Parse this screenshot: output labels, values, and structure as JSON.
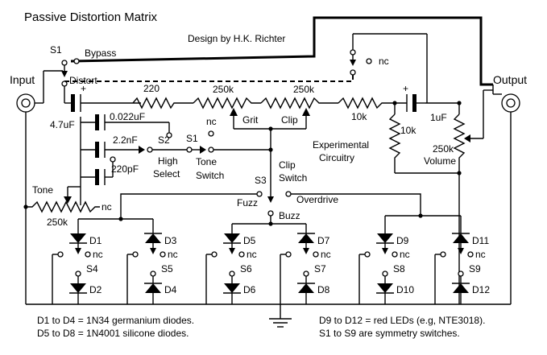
{
  "title": "Passive Distortion Matrix",
  "design": "Design by H.K. Richter",
  "labels": {
    "input": "Input",
    "output": "Output",
    "s1_top": "S1",
    "bypass": "Bypass",
    "distort": "Distort",
    "nc_top": "nc",
    "c_in": "4.7uF",
    "plus_in": "+",
    "r220": "220",
    "pot1": "250k",
    "pot2": "250k",
    "grit": "Grit",
    "clip": "Clip",
    "r10k_a": "10k",
    "r10k_b": "10k",
    "plus_out": "+",
    "c_out": "1uF",
    "vol_val": "250k",
    "volume": "Volume",
    "c1": "0.022uF",
    "c2": "2.2nF",
    "c3": "220pF",
    "s2": "S2",
    "high": "High",
    "select": "Select",
    "s1_tone": "S1",
    "nc_tone": "nc",
    "tone_sw1": "Tone",
    "tone_sw2": "Switch",
    "exp1": "Experimental",
    "exp2": "Circuitry",
    "tone": "Tone",
    "tone_val": "250k",
    "nc_pot": "nc",
    "s3": "S3",
    "clip_sw1": "Clip",
    "clip_sw2": "Switch",
    "fuzz": "Fuzz",
    "overdrive": "Overdrive",
    "buzz": "Buzz"
  },
  "diodes": {
    "d1": "D1",
    "d2": "D2",
    "d3": "D3",
    "d4": "D4",
    "d5": "D5",
    "d6": "D6",
    "d7": "D7",
    "d8": "D8",
    "d9": "D9",
    "d10": "D10",
    "d11": "D11",
    "d12": "D12"
  },
  "switches": {
    "s4": "S4",
    "s5": "S5",
    "s6": "S6",
    "s7": "S7",
    "s8": "S8",
    "s9": "S9",
    "nc": "nc"
  },
  "notes": {
    "n1": "D1 to D4  =  1N34 germanium diodes.",
    "n2": "D5 to D8  =  1N4001 silicone diodes.",
    "n3": "D9 to D12  =  red LEDs (e.g, NTE3018).",
    "n4": "S1 to S9 are symmetry switches."
  }
}
